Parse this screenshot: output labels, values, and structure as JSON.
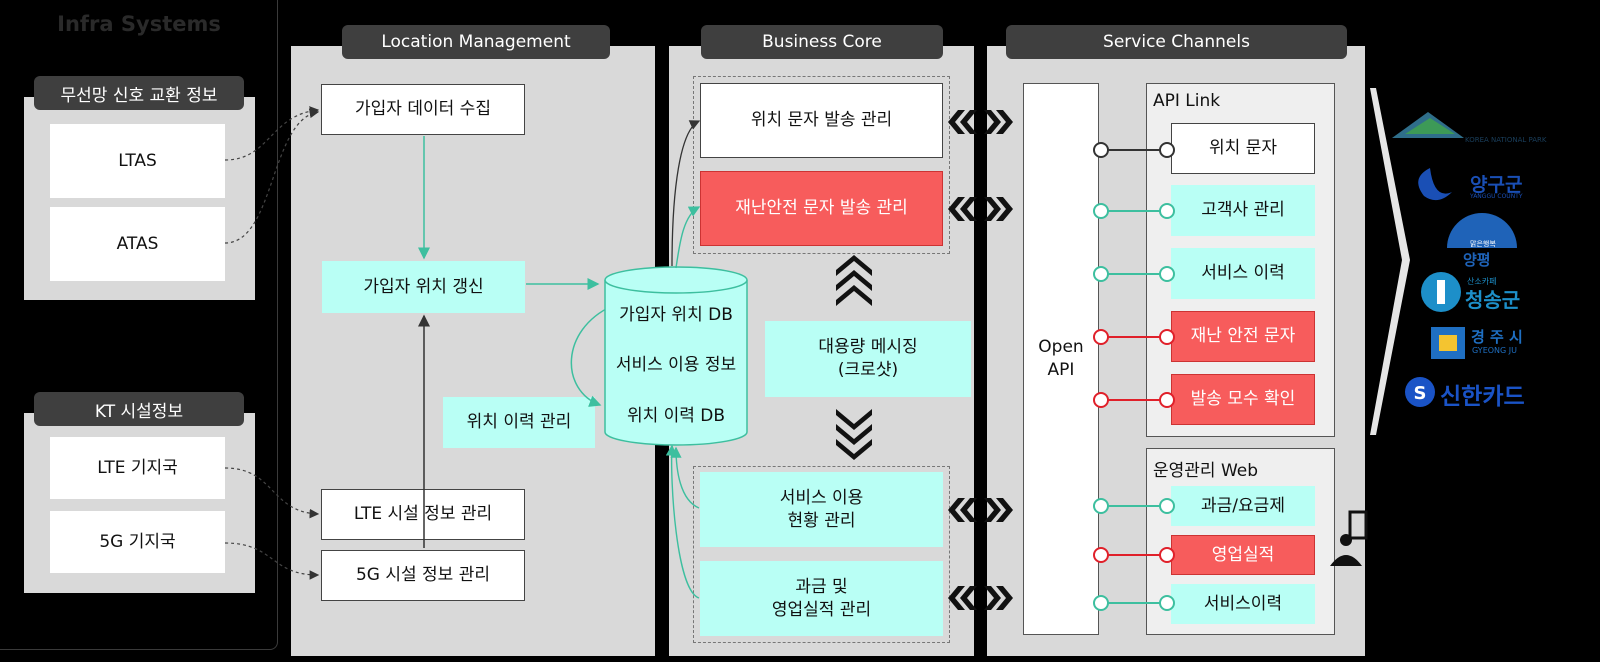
{
  "infra": {
    "title": "Infra Systems",
    "wireless_header": "무선망 신호 교환 정보",
    "ltas": "LTAS",
    "atas": "ATAS",
    "kt_header": "KT 시설정보",
    "lte_station": "LTE 기지국",
    "g5_station": "5G 기지국"
  },
  "location": {
    "header": "Location Management",
    "collect": "가입자 데이터 수집",
    "update": "가입자 위치 갱신",
    "history": "위치 이력 관리",
    "lte_mgmt": "LTE 시설 정보 관리",
    "g5_mgmt": "5G 시설 정보 관리"
  },
  "db": {
    "line1": "가입자 위치 DB",
    "line2": "서비스 이용 정보",
    "line3": "위치 이력 DB"
  },
  "core": {
    "header": "Business Core",
    "sms_mgmt": "위치 문자 발송 관리",
    "disaster_mgmt": "재난안전 문자 발송 관리",
    "mass_msg_1": "대용량 메시징",
    "mass_msg_2": "(크로샷)",
    "usage_1": "서비스 이용",
    "usage_2": "현황 관리",
    "billing_1": "과금 및",
    "billing_2": "영업실적 관리"
  },
  "service": {
    "header": "Service Channels",
    "open_api_1": "Open",
    "open_api_2": "API",
    "api_link": "API Link",
    "api_items": [
      "위치 문자",
      "고객사 관리",
      "서비스 이력",
      "재난 안전 문자",
      "발송 모수 확인"
    ],
    "web_title": "운영관리 Web",
    "web_items": [
      "과금/요금제",
      "영업실적",
      "서비스이력"
    ]
  },
  "clients": {
    "park_caption": "KOREA NATIONAL PARK",
    "yanggu": "양구군",
    "yanggu_sub": "YANGGU COUNTY",
    "yangpyeong": "양평",
    "yangpyeong_sub": "맑은행복",
    "cheongsong": "청송군",
    "cheongsong_sub": "산소카페",
    "gyeongju": "경 주 시",
    "gyeongju_sub": "GYEONG JU",
    "shinhan": "신한카드"
  },
  "colors": {
    "cyan": "#b9fff5",
    "red": "#f75c5c",
    "teal_line": "#3dbf9f",
    "red_line": "#e0202a"
  }
}
